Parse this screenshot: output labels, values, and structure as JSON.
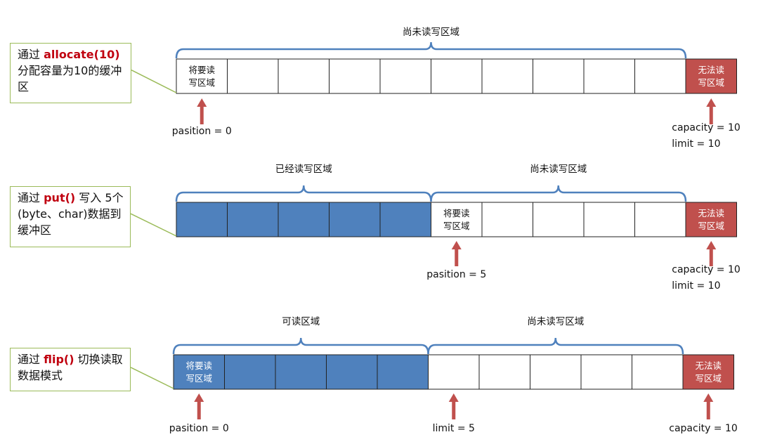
{
  "colors": {
    "written": "#4f81bd",
    "unavailable": "#c0504d",
    "arrow": "#c0504d",
    "bracket": "#4f81bd",
    "note_border": "#9bbb59",
    "keyword": "#c0000f"
  },
  "rows": [
    {
      "note": {
        "pre": "通过 ",
        "kw": "allocate(10)",
        "post": " 分配容量为10的缓冲区"
      },
      "cells": [
        "rw",
        "e",
        "e",
        "e",
        "e",
        "e",
        "e",
        "e",
        "e",
        "e",
        "x"
      ],
      "rw_label": [
        "将要读",
        "写区域"
      ],
      "x_label": [
        "无法读",
        "写区域"
      ],
      "brackets": [
        {
          "from": 0,
          "to": 10,
          "label": "尚未读写区域"
        }
      ],
      "pointers": [
        {
          "at": 0,
          "lines": [
            "pasition = 0"
          ]
        },
        {
          "at": 10,
          "lines": [
            "capacity = 10",
            "limit = 10"
          ]
        }
      ]
    },
    {
      "note": {
        "pre": "通过 ",
        "kw": "put()",
        "post": " 写入 5个(byte、char)数据到缓冲区"
      },
      "cells": [
        "w",
        "w",
        "w",
        "w",
        "w",
        "rw",
        "e",
        "e",
        "e",
        "e",
        "x"
      ],
      "rw_label": [
        "将要读",
        "写区域"
      ],
      "x_label": [
        "无法读",
        "写区域"
      ],
      "brackets": [
        {
          "from": 0,
          "to": 5,
          "label": "已经读写区域"
        },
        {
          "from": 5,
          "to": 10,
          "label": "尚未读写区域"
        }
      ],
      "pointers": [
        {
          "at": 5,
          "lines": [
            "pasition = 5"
          ]
        },
        {
          "at": 10,
          "lines": [
            "capacity = 10",
            "limit = 10"
          ]
        }
      ]
    },
    {
      "note": {
        "pre": "通过 ",
        "kw": "flip()",
        "post": " 切换读取数据模式"
      },
      "cells": [
        "wrw",
        "w",
        "w",
        "w",
        "w",
        "e",
        "e",
        "e",
        "e",
        "e",
        "x"
      ],
      "rw_label": [
        "将要读",
        "写区域"
      ],
      "x_label": [
        "无法读",
        "写区域"
      ],
      "brackets": [
        {
          "from": 0,
          "to": 5,
          "label": "可读区域"
        },
        {
          "from": 5,
          "to": 10,
          "label": "尚未读写区域"
        }
      ],
      "pointers": [
        {
          "at": 0,
          "lines": [
            "pasition = 0"
          ]
        },
        {
          "at": 5,
          "lines": [
            "limit = 5"
          ]
        },
        {
          "at": 10,
          "lines": [
            "capacity = 10"
          ]
        }
      ]
    }
  ]
}
